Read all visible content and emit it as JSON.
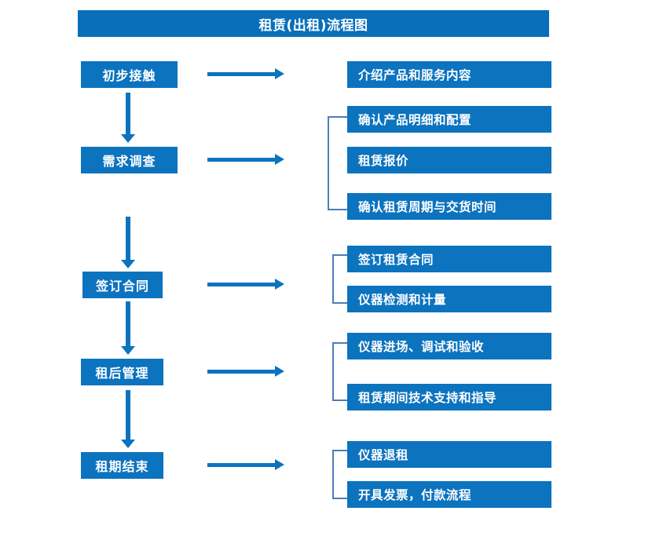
{
  "title": "租赁(出租)流程图",
  "colors": {
    "box_fill": "#0C73BF",
    "title_fill": "#0A6FBA",
    "arrow": "#0C73BF",
    "bracket": "#4A7FB5",
    "text": "#FFFFFF",
    "background": "#FFFFFF"
  },
  "chart_data": {
    "type": "diagram",
    "title": "租赁(出租)流程图",
    "orientation": "vertical-with-branches",
    "stages": [
      {
        "id": "stage-1",
        "label": "初步接触",
        "details": [
          "介绍产品和服务内容"
        ],
        "bracketed": false
      },
      {
        "id": "stage-2",
        "label": "需求调查",
        "details": [
          "确认产品明细和配置",
          "租赁报价",
          "确认租赁周期与交货时间"
        ],
        "bracketed": true
      },
      {
        "id": "stage-3",
        "label": "签订合同",
        "details": [
          "签订租赁合同",
          "仪器检测和计量"
        ],
        "bracketed": true
      },
      {
        "id": "stage-4",
        "label": "租后管理",
        "details": [
          "仪器进场、调试和验收",
          "租赁期间技术支持和指导"
        ],
        "bracketed": true
      },
      {
        "id": "stage-5",
        "label": "租期结束",
        "details": [
          "仪器退租",
          "开具发票，付款流程"
        ],
        "bracketed": true
      }
    ]
  },
  "stages": [
    {
      "label": "初步接触"
    },
    {
      "label": "需求调查"
    },
    {
      "label": "签订合同"
    },
    {
      "label": "租后管理"
    },
    {
      "label": "租期结束"
    }
  ],
  "details": [
    {
      "label": "介绍产品和服务内容"
    },
    {
      "label": "确认产品明细和配置"
    },
    {
      "label": "租赁报价"
    },
    {
      "label": "确认租赁周期与交货时间"
    },
    {
      "label": "签订租赁合同"
    },
    {
      "label": "仪器检测和计量"
    },
    {
      "label": "仪器进场、调试和验收"
    },
    {
      "label": "租赁期间技术支持和指导"
    },
    {
      "label": "仪器退租"
    },
    {
      "label": "开具发票，付款流程"
    }
  ]
}
